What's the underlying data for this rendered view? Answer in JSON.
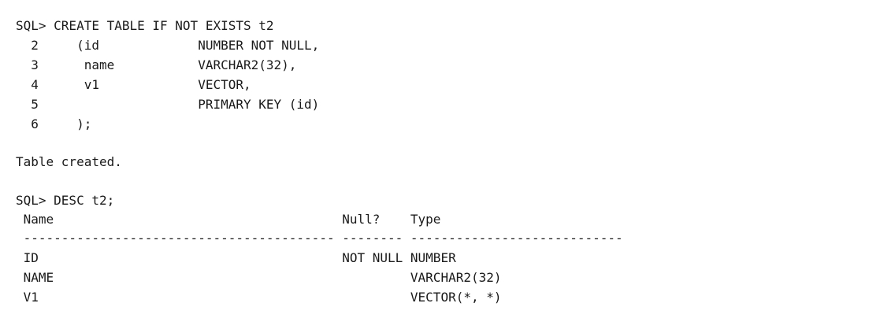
{
  "terminal": {
    "lines": [
      "SQL> CREATE TABLE IF NOT EXISTS t2",
      "  2     (id             NUMBER NOT NULL,",
      "  3      name           VARCHAR2(32),",
      "  4      v1             VECTOR,",
      "  5                     PRIMARY KEY (id)",
      "  6     );",
      "Table created.",
      "SQL> DESC t2;",
      " Name                                      Null?    Type",
      " ----------------------------------------- -------- ----------------------------",
      " ID                                        NOT NULL NUMBER",
      " NAME                                               VARCHAR2(32)",
      " V1                                                 VECTOR(*, *)"
    ]
  }
}
